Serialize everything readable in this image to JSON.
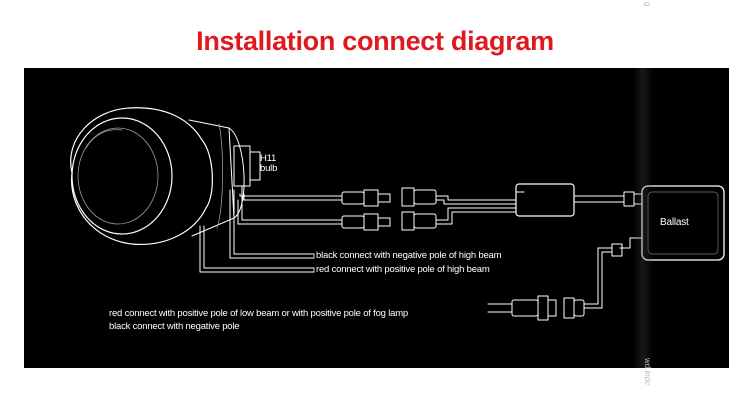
{
  "title": "Installation connect diagram",
  "colors": {
    "title": "#e0191f",
    "panel": "#000000",
    "line": "#ffffff"
  },
  "labels": {
    "bulb": [
      "H11",
      "bulb"
    ],
    "ballast": "Ballast",
    "high_beam_black": "black connect with negative pole of high beam",
    "high_beam_red": "red connect with positive pole of high beam",
    "low_beam_red": "red connect with positive pole of low beam  or with positive pole of fog lamp",
    "low_beam_black": "black connect with negative pole"
  },
  "watermark": {
    "top": "g",
    "bottom": "wd.indc"
  }
}
